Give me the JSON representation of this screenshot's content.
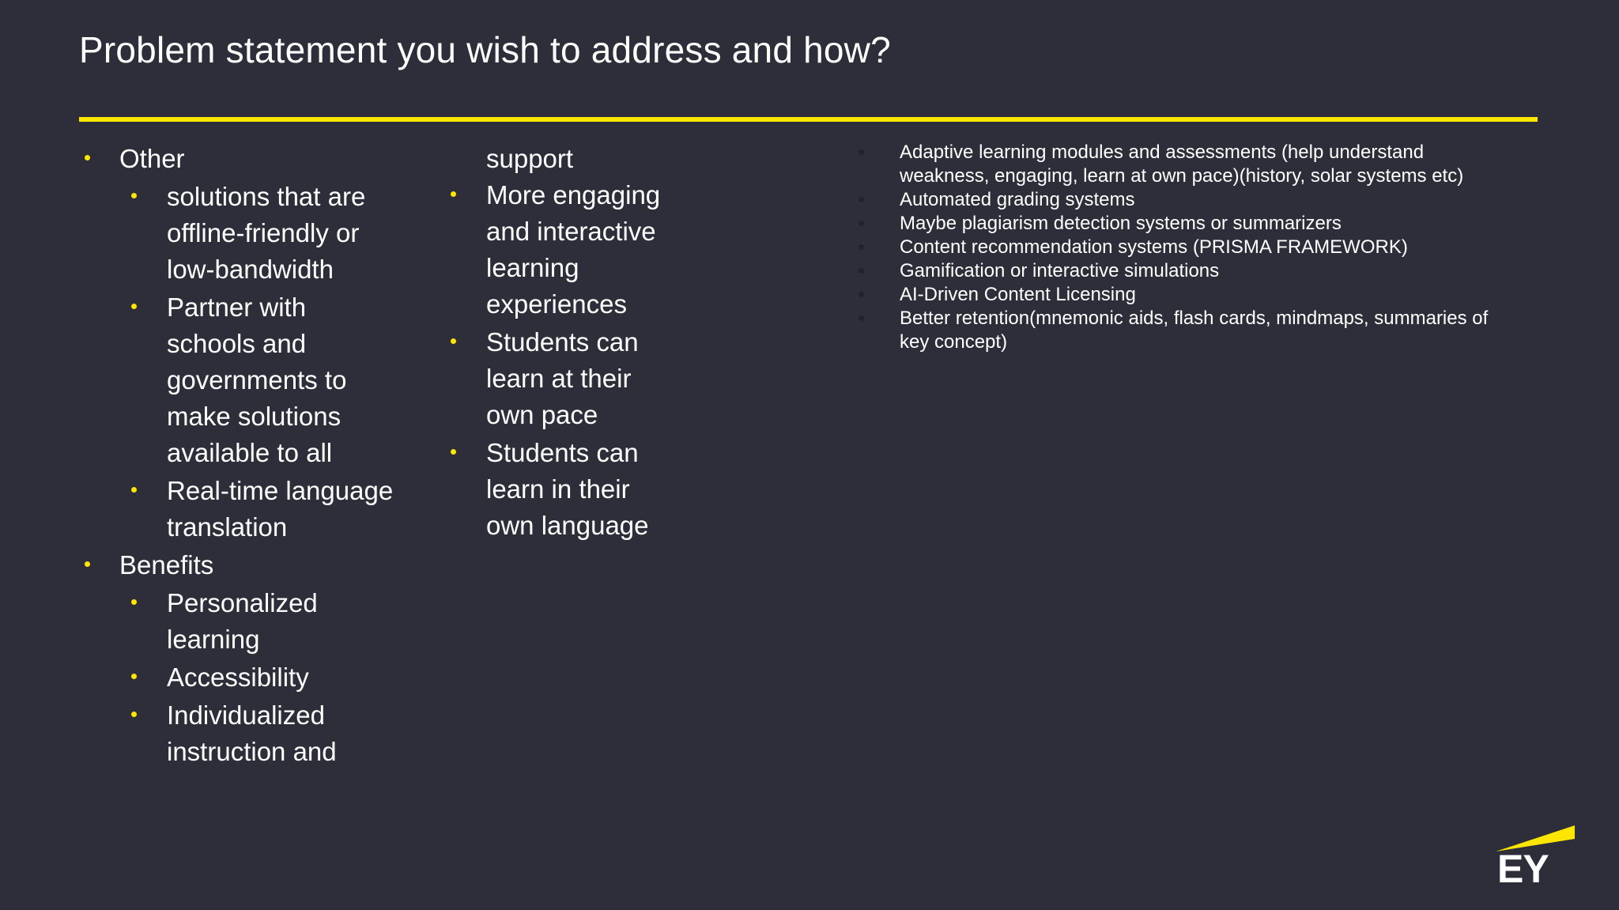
{
  "slide": {
    "title": "Problem statement you wish to address and how?",
    "accent_color": "#ffe600",
    "background_color": "#2e2e3b",
    "text_color": "#ffffff"
  },
  "columns": {
    "column_1": {
      "items": [
        {
          "level": 1,
          "text": "Other"
        },
        {
          "level": 2,
          "text": "solutions that are offline-friendly or low-bandwidth"
        },
        {
          "level": 2,
          "text": "Partner with schools and governments to make solutions available to all"
        },
        {
          "level": 2,
          "text": " Real-time language translation"
        },
        {
          "level": 1,
          "text": "Benefits"
        },
        {
          "level": 2,
          "text": "Personalized learning"
        },
        {
          "level": 2,
          "text": "Accessibility"
        },
        {
          "level": 2,
          "text": "Individualized instruction and"
        }
      ]
    },
    "column_2": {
      "continuation": "support",
      "items": [
        {
          "level": 2,
          "text": "More engaging and interactive learning experiences"
        },
        {
          "level": 2,
          "text": "Students can learn at their own pace"
        },
        {
          "level": 2,
          "text": "Students can learn in their own language"
        }
      ]
    },
    "column_3": {
      "items": [
        {
          "text": "Adaptive learning modules and assessments (help understand weakness, engaging, learn at own pace)(history, solar systems etc)"
        },
        {
          "text": "Automated grading systems"
        },
        {
          "text": "Maybe plagiarism detection systems or summarizers"
        },
        {
          "text": "Content recommendation systems (PRISMA FRAMEWORK)"
        },
        {
          "text": "Gamification or interactive simulations"
        },
        {
          "text": "AI-Driven Content Licensing"
        },
        {
          "text": "Better retention(mnemonic aids, flash cards, mindmaps, summaries of key concept)"
        }
      ]
    }
  },
  "logo": {
    "wordmark": "EY",
    "beam_color": "#ffe600",
    "wordmark_color": "#ffffff"
  }
}
